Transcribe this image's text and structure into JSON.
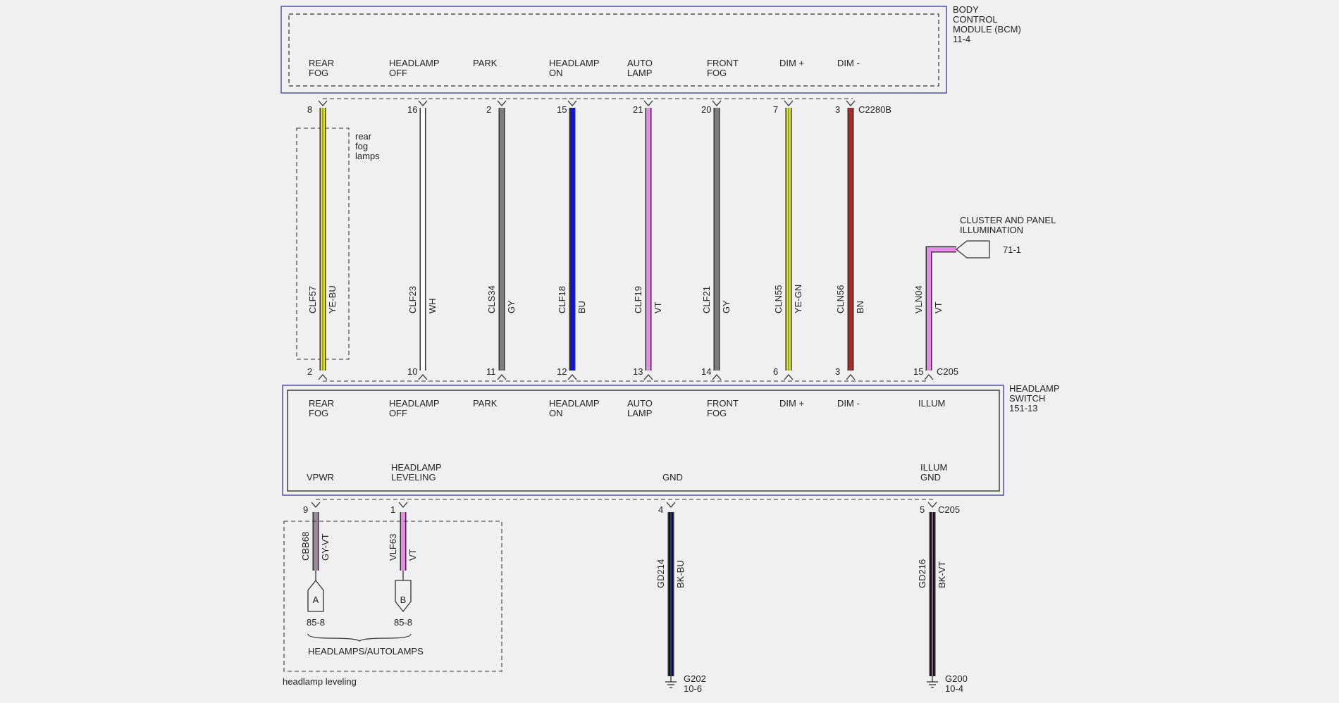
{
  "modules": {
    "bcm": {
      "name_lines": [
        "BODY",
        "CONTROL",
        "MODULE (BCM)"
      ],
      "ref": "11-4",
      "connector": "C2280B"
    },
    "switch": {
      "name_lines": [
        "HEADLAMP",
        "SWITCH"
      ],
      "ref": "151-13",
      "connector": "C205"
    },
    "cluster": {
      "name_lines": [
        "CLUSTER AND PANEL",
        "ILLUMINATION"
      ],
      "ref": "71-1"
    }
  },
  "bcm_pins": [
    {
      "label": [
        "REAR",
        "FOG"
      ],
      "pin": "8"
    },
    {
      "label": [
        "HEADLAMP",
        "OFF"
      ],
      "pin": "16"
    },
    {
      "label": [
        "PARK"
      ],
      "pin": "2"
    },
    {
      "label": [
        "HEADLAMP",
        "ON"
      ],
      "pin": "15"
    },
    {
      "label": [
        "AUTO",
        "LAMP"
      ],
      "pin": "21"
    },
    {
      "label": [
        "FRONT",
        "FOG"
      ],
      "pin": "20"
    },
    {
      "label": [
        "DIM +"
      ],
      "pin": "7"
    },
    {
      "label": [
        "DIM -"
      ],
      "pin": "3"
    }
  ],
  "wires": [
    {
      "circuit": "CLF57",
      "color_code": "YE-BU",
      "bcm_pin": "8",
      "switch_pin": "2",
      "color": "#e6e62c",
      "stripe": "#8a8a20"
    },
    {
      "circuit": "CLF23",
      "color_code": "WH",
      "bcm_pin": "16",
      "switch_pin": "10",
      "color": "#ffffff",
      "stripe": ""
    },
    {
      "circuit": "CLS34",
      "color_code": "GY",
      "bcm_pin": "2",
      "switch_pin": "11",
      "color": "#7d7d7d",
      "stripe": ""
    },
    {
      "circuit": "CLF18",
      "color_code": "BU",
      "bcm_pin": "15",
      "switch_pin": "12",
      "color": "#1414d2",
      "stripe": ""
    },
    {
      "circuit": "CLF19",
      "color_code": "VT",
      "bcm_pin": "21",
      "switch_pin": "13",
      "color": "#e48ce4",
      "stripe": ""
    },
    {
      "circuit": "CLF21",
      "color_code": "GY",
      "bcm_pin": "20",
      "switch_pin": "14",
      "color": "#7d7d7d",
      "stripe": ""
    },
    {
      "circuit": "CLN55",
      "color_code": "YE-GN",
      "bcm_pin": "7",
      "switch_pin": "6",
      "color": "#e6e62c",
      "stripe": "#6aa02a"
    },
    {
      "circuit": "CLN56",
      "color_code": "BN",
      "bcm_pin": "3",
      "switch_pin": "3",
      "color": "#a52a2a",
      "stripe": ""
    },
    {
      "circuit": "VLN04",
      "color_code": "VT",
      "bcm_pin": "",
      "switch_pin": "15",
      "color": "#e48ce4",
      "stripe": ""
    }
  ],
  "switch_top_pins": [
    {
      "label": [
        "REAR",
        "FOG"
      ]
    },
    {
      "label": [
        "HEADLAMP",
        "OFF"
      ]
    },
    {
      "label": [
        "PARK"
      ]
    },
    {
      "label": [
        "HEADLAMP",
        "ON"
      ]
    },
    {
      "label": [
        "AUTO",
        "LAMP"
      ]
    },
    {
      "label": [
        "FRONT",
        "FOG"
      ]
    },
    {
      "label": [
        "DIM +"
      ]
    },
    {
      "label": [
        "DIM -"
      ]
    },
    {
      "label": [
        "ILLUM"
      ]
    }
  ],
  "switch_bottom_pins": [
    {
      "label": [
        "VPWR"
      ],
      "pin": "9"
    },
    {
      "label": [
        "HEADLAMP",
        "LEVELING"
      ],
      "pin": "1"
    },
    {
      "label": [
        "GND"
      ],
      "pin": "4"
    },
    {
      "label": [
        "ILLUM",
        "GND"
      ],
      "pin": "5"
    }
  ],
  "lower_wires": [
    {
      "circuit": "CBB68",
      "color_code": "GY-VT",
      "color": "#8a8a8a",
      "stripe": "#c080c0"
    },
    {
      "circuit": "VLF63",
      "color_code": "VT",
      "color": "#e48ce4",
      "stripe": ""
    },
    {
      "circuit": "GD214",
      "color_code": "BK-BU",
      "color": "#141414",
      "stripe": "#3a3ad0"
    },
    {
      "circuit": "GD216",
      "color_code": "BK-VT",
      "color": "#141414",
      "stripe": "#b070b0"
    }
  ],
  "leveling_connectors": [
    {
      "letter": "A",
      "ref": "85-8"
    },
    {
      "letter": "B",
      "ref": "85-8"
    }
  ],
  "grounds": [
    {
      "name": "G202",
      "ref": "10-6"
    },
    {
      "name": "G200",
      "ref": "10-4"
    }
  ],
  "notes": {
    "rear_fog": [
      "rear",
      "fog",
      "lamps"
    ],
    "headlamps_autolamps": "HEADLAMPS/AUTOLAMPS",
    "headlamp_leveling": "headlamp leveling"
  }
}
